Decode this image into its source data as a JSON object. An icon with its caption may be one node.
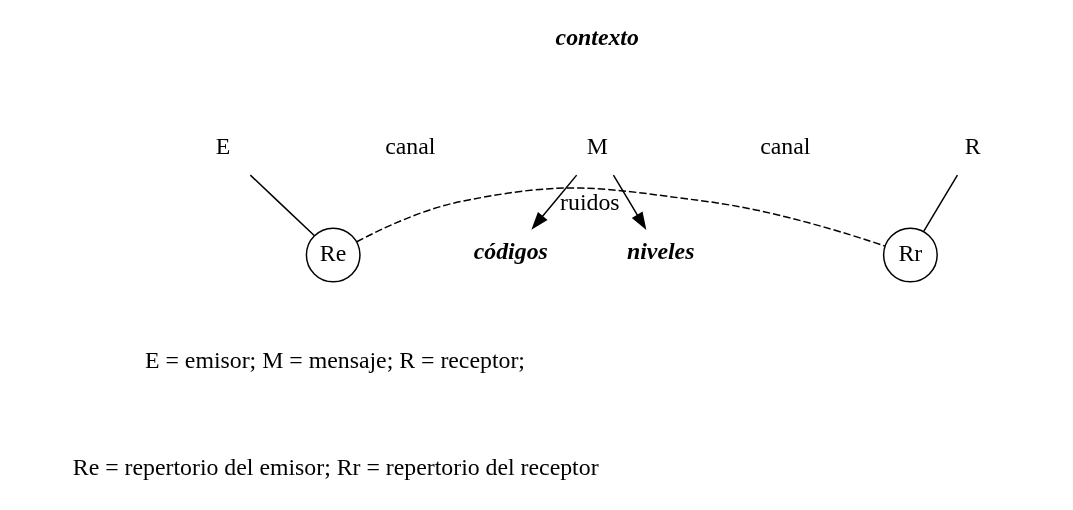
{
  "diagram": {
    "nodes": [
      {
        "text": [
          "E"
        ]
      },
      {
        "text": [
          "M"
        ]
      },
      {
        "text": [
          "R"
        ]
      },
      {
        "text": [
          "códigos"
        ]
      },
      {
        "text": [
          "niveles"
        ]
      },
      {
        "text": [
          "Re"
        ]
      },
      {
        "text": [
          "Rr"
        ]
      }
    ],
    "edges": [
      {
        "from": 1,
        "to": 3,
        "arrow": "to"
      },
      {
        "from": 1,
        "to": 4,
        "arrow": "to"
      },
      {
        "from": 0,
        "to": 5,
        "arrow": "none"
      },
      {
        "from": 5,
        "to": 6,
        "arrow": "none",
        "label": "ruidos",
        "style": "dashed"
      },
      {
        "from": 6,
        "to": 2,
        "arrow": "none"
      }
    ],
    "labels": [
      "contexto",
      "canal",
      "canal",
      "E = emisor; M = mensaje; R = receptor;",
      "Re = repertorio del emisor; Rr = repertorio del receptor"
    ]
  }
}
